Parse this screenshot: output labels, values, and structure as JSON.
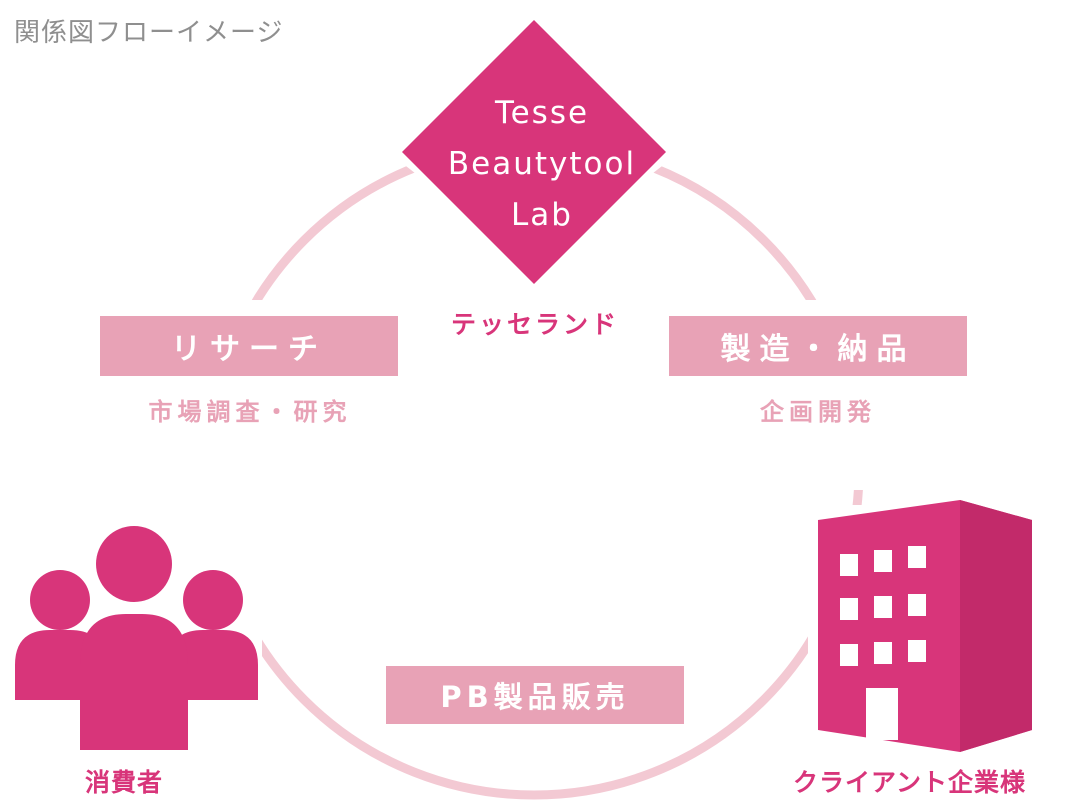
{
  "heading": "関係図フローイメージ",
  "center": {
    "lines": [
      "Tesse",
      "Beautytool",
      "Lab"
    ],
    "label": "テッセランド"
  },
  "research": {
    "title": "リサーチ",
    "subtitle": "市場調査・研究"
  },
  "manufacturing": {
    "title": "製造・納品",
    "subtitle": "企画開発"
  },
  "sales": {
    "title": "PB製品販売"
  },
  "consumer": {
    "label": "消費者",
    "icon": "people-icon"
  },
  "client": {
    "label": "クライアント企業様",
    "icon": "building-icon"
  },
  "colors": {
    "primary": "#d8357a",
    "box": "#e8a2b6",
    "ring": "#f3c9d3",
    "heading": "#8f8f8f"
  }
}
